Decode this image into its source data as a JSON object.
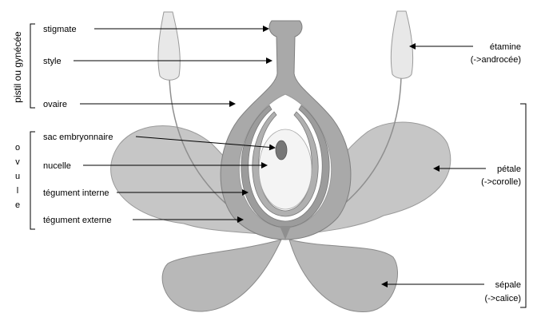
{
  "diagram": {
    "group_pistil": "pistil ou gynécée",
    "group_ovule": [
      "o",
      "v",
      "u",
      "l",
      "e"
    ],
    "labels_left": {
      "stigmate": "stigmate",
      "style": "style",
      "ovaire": "ovaire",
      "sac_embryonnaire": "sac embryonnaire",
      "nucelle": "nucelle",
      "tegument_interne": "tégument interne",
      "tegument_externe": "tégument externe"
    },
    "labels_right": {
      "etamine": "étamine",
      "etamine_group": "(->androcée)",
      "petale": "pétale",
      "petale_group": "(->corolle)",
      "sepale": "sépale",
      "sepale_group": "(->calice)"
    },
    "colors": {
      "petal_fill": "#c6c6c6",
      "petal_stroke": "#8a8a8a",
      "sepal_fill": "#b8b8b8",
      "pistil_fill": "#a9a9a9",
      "ovule_fill": "#f4f4f4",
      "embryo_sac_fill": "#777777",
      "anther_fill": "#e8e8e8"
    }
  }
}
